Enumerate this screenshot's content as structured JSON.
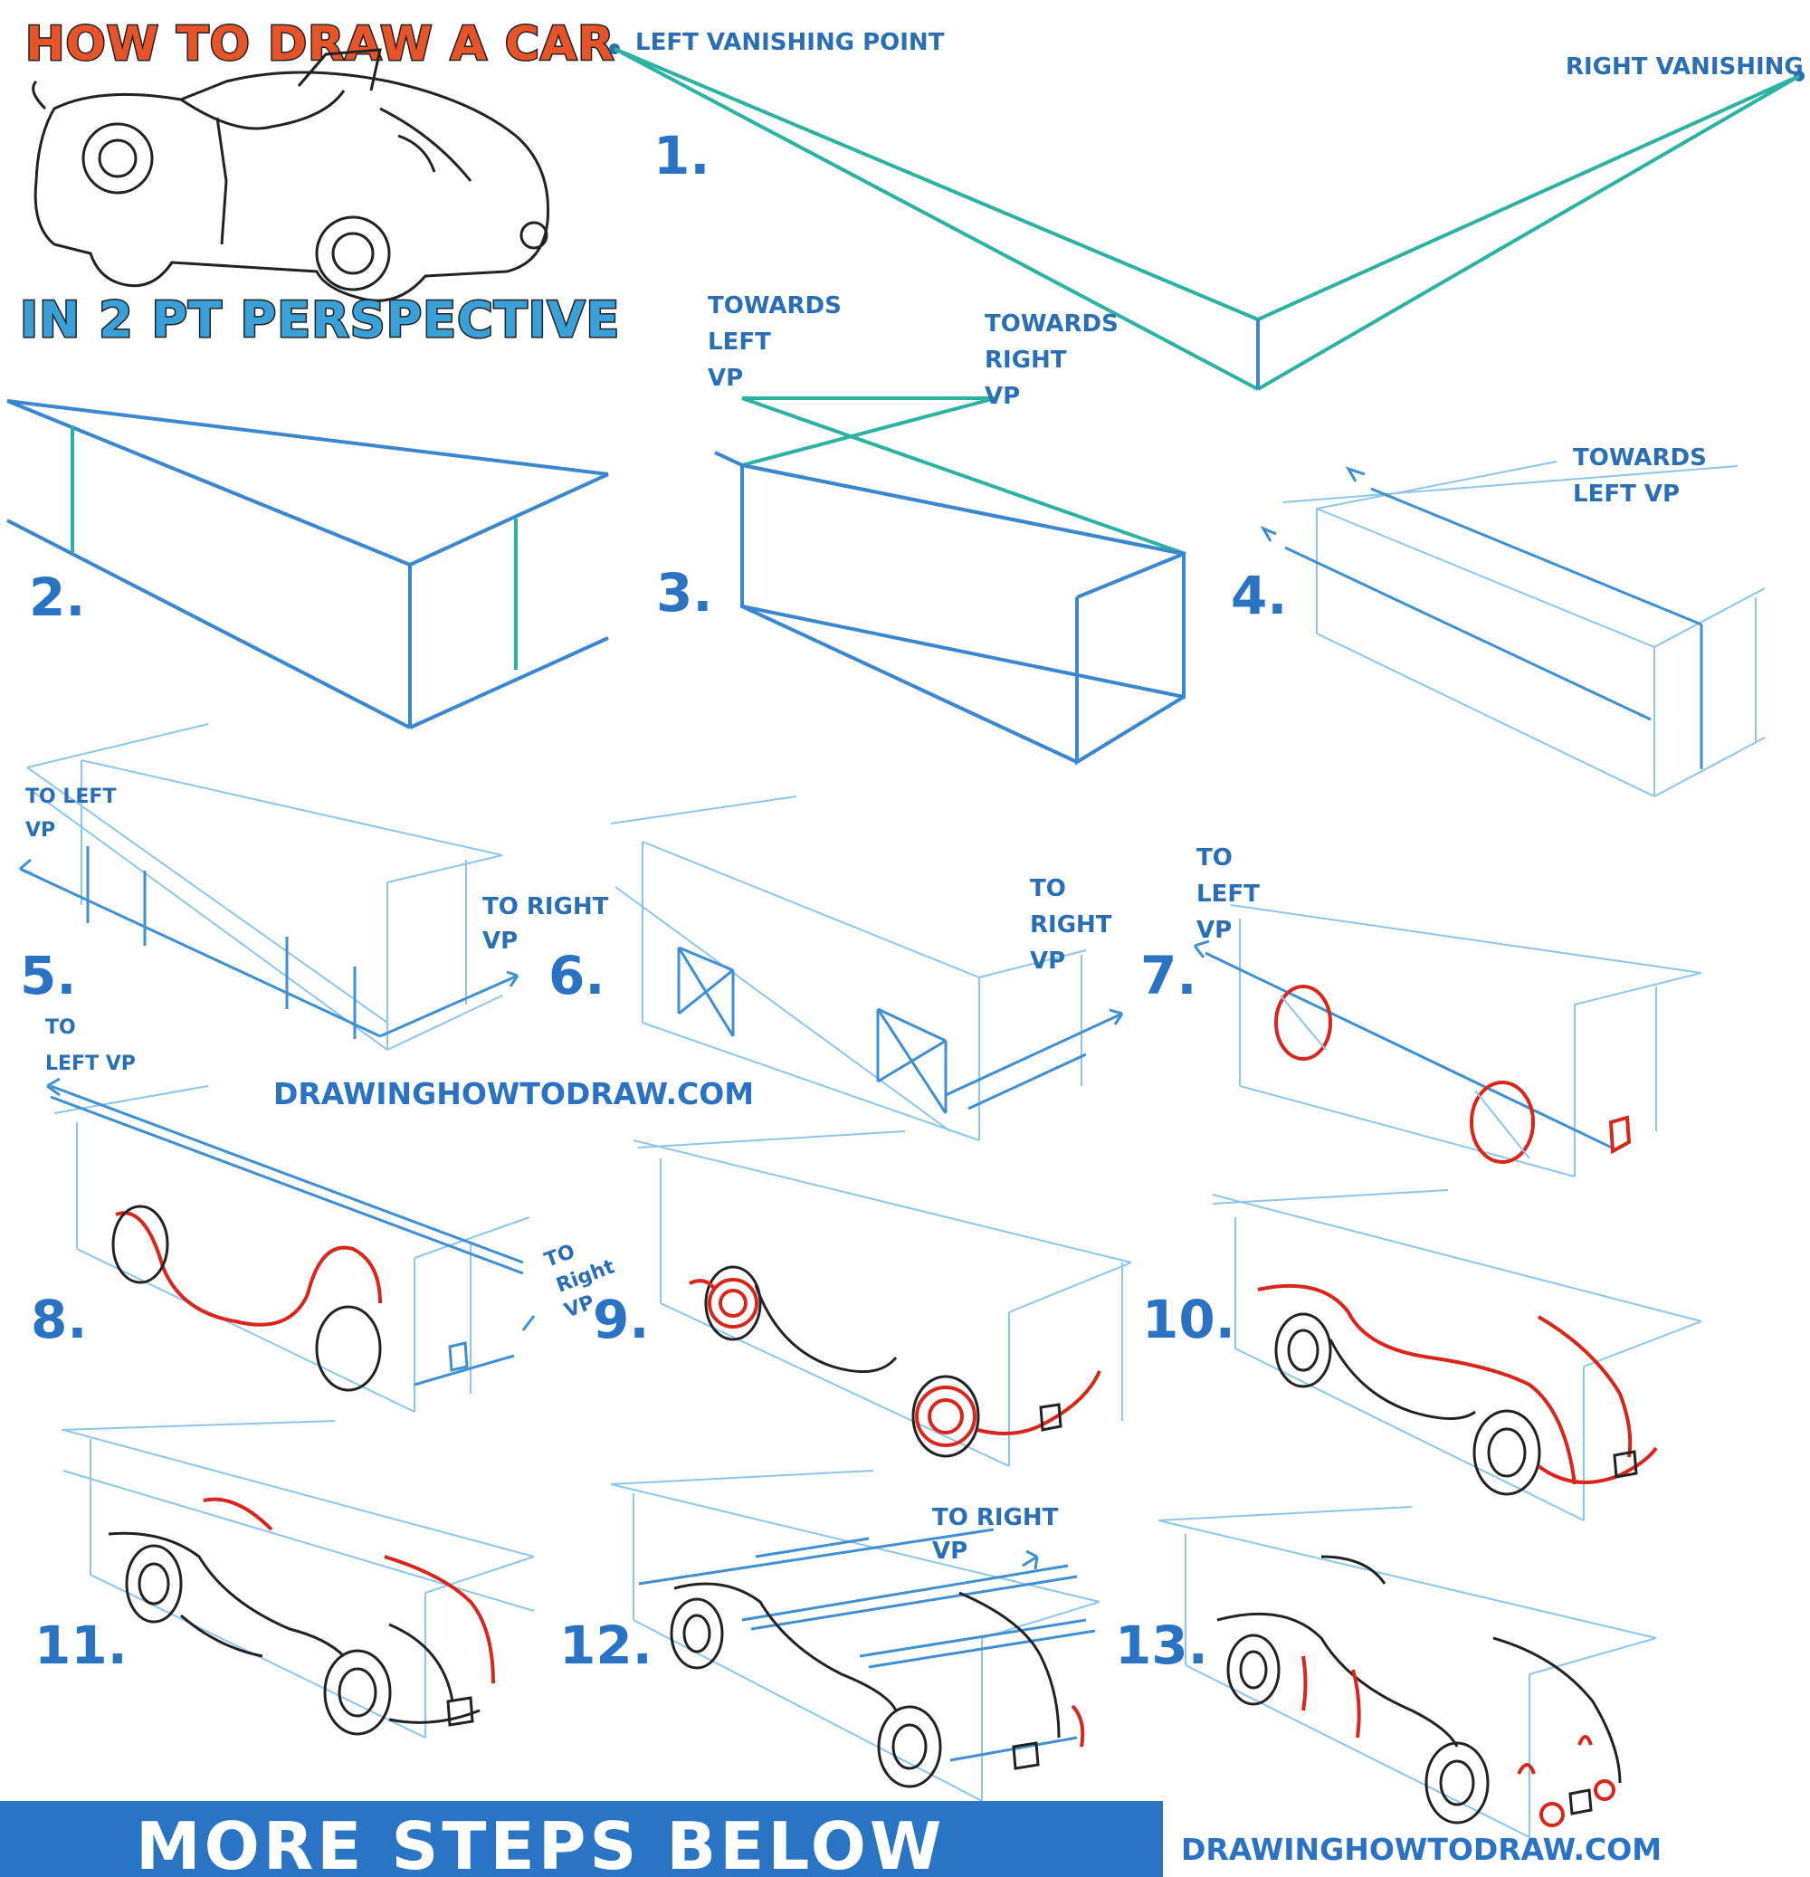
{
  "title": {
    "line1": "HOW TO DRAW A CAR",
    "line2": "IN 2 PT PERSPECTIVE"
  },
  "labels": {
    "left_vp": "LEFT VANISHING POINT",
    "right_vp": "RIGHT VANISHING POINT",
    "towards_left_vp": [
      "TOWARDS",
      "LEFT",
      "VP"
    ],
    "towards_right_vp": [
      "TOWARDS",
      "RIGHT",
      "VP"
    ],
    "towards_left_vp_4": [
      "TOWARDS",
      "LEFT  VP"
    ],
    "to_left_vp_5": [
      "TO LEFT",
      "VP"
    ],
    "to_right_vp_5": [
      "TO RIGHT",
      "VP"
    ],
    "to_right_vp_6": [
      "TO",
      "RIGHT",
      "VP"
    ],
    "to_left_vp_7": [
      "TO",
      "LEFT",
      "VP"
    ],
    "to_left_vp_8": [
      "TO",
      "LEFT  VP"
    ],
    "to_right_vp_9": [
      "TO",
      "Right",
      "VP"
    ],
    "to_right_vp_12": [
      "TO RIGHT",
      "VP"
    ]
  },
  "steps": [
    "1.",
    "2.",
    "3.",
    "4.",
    "5.",
    "6.",
    "7.",
    "8.",
    "9.",
    "10.",
    "11.",
    "12.",
    "13."
  ],
  "site": "DRAWINGHOWTODRAW.COM",
  "banner": {
    "text": "MORE  STEPS  BELOW",
    "color": "#2a74c5"
  },
  "colors": {
    "accent_blue": "#2a72c4",
    "construction": "#8ec5ea",
    "teal": "#2bb3a0",
    "red_lines": "#d9261c",
    "title_red": "#e8542a"
  }
}
